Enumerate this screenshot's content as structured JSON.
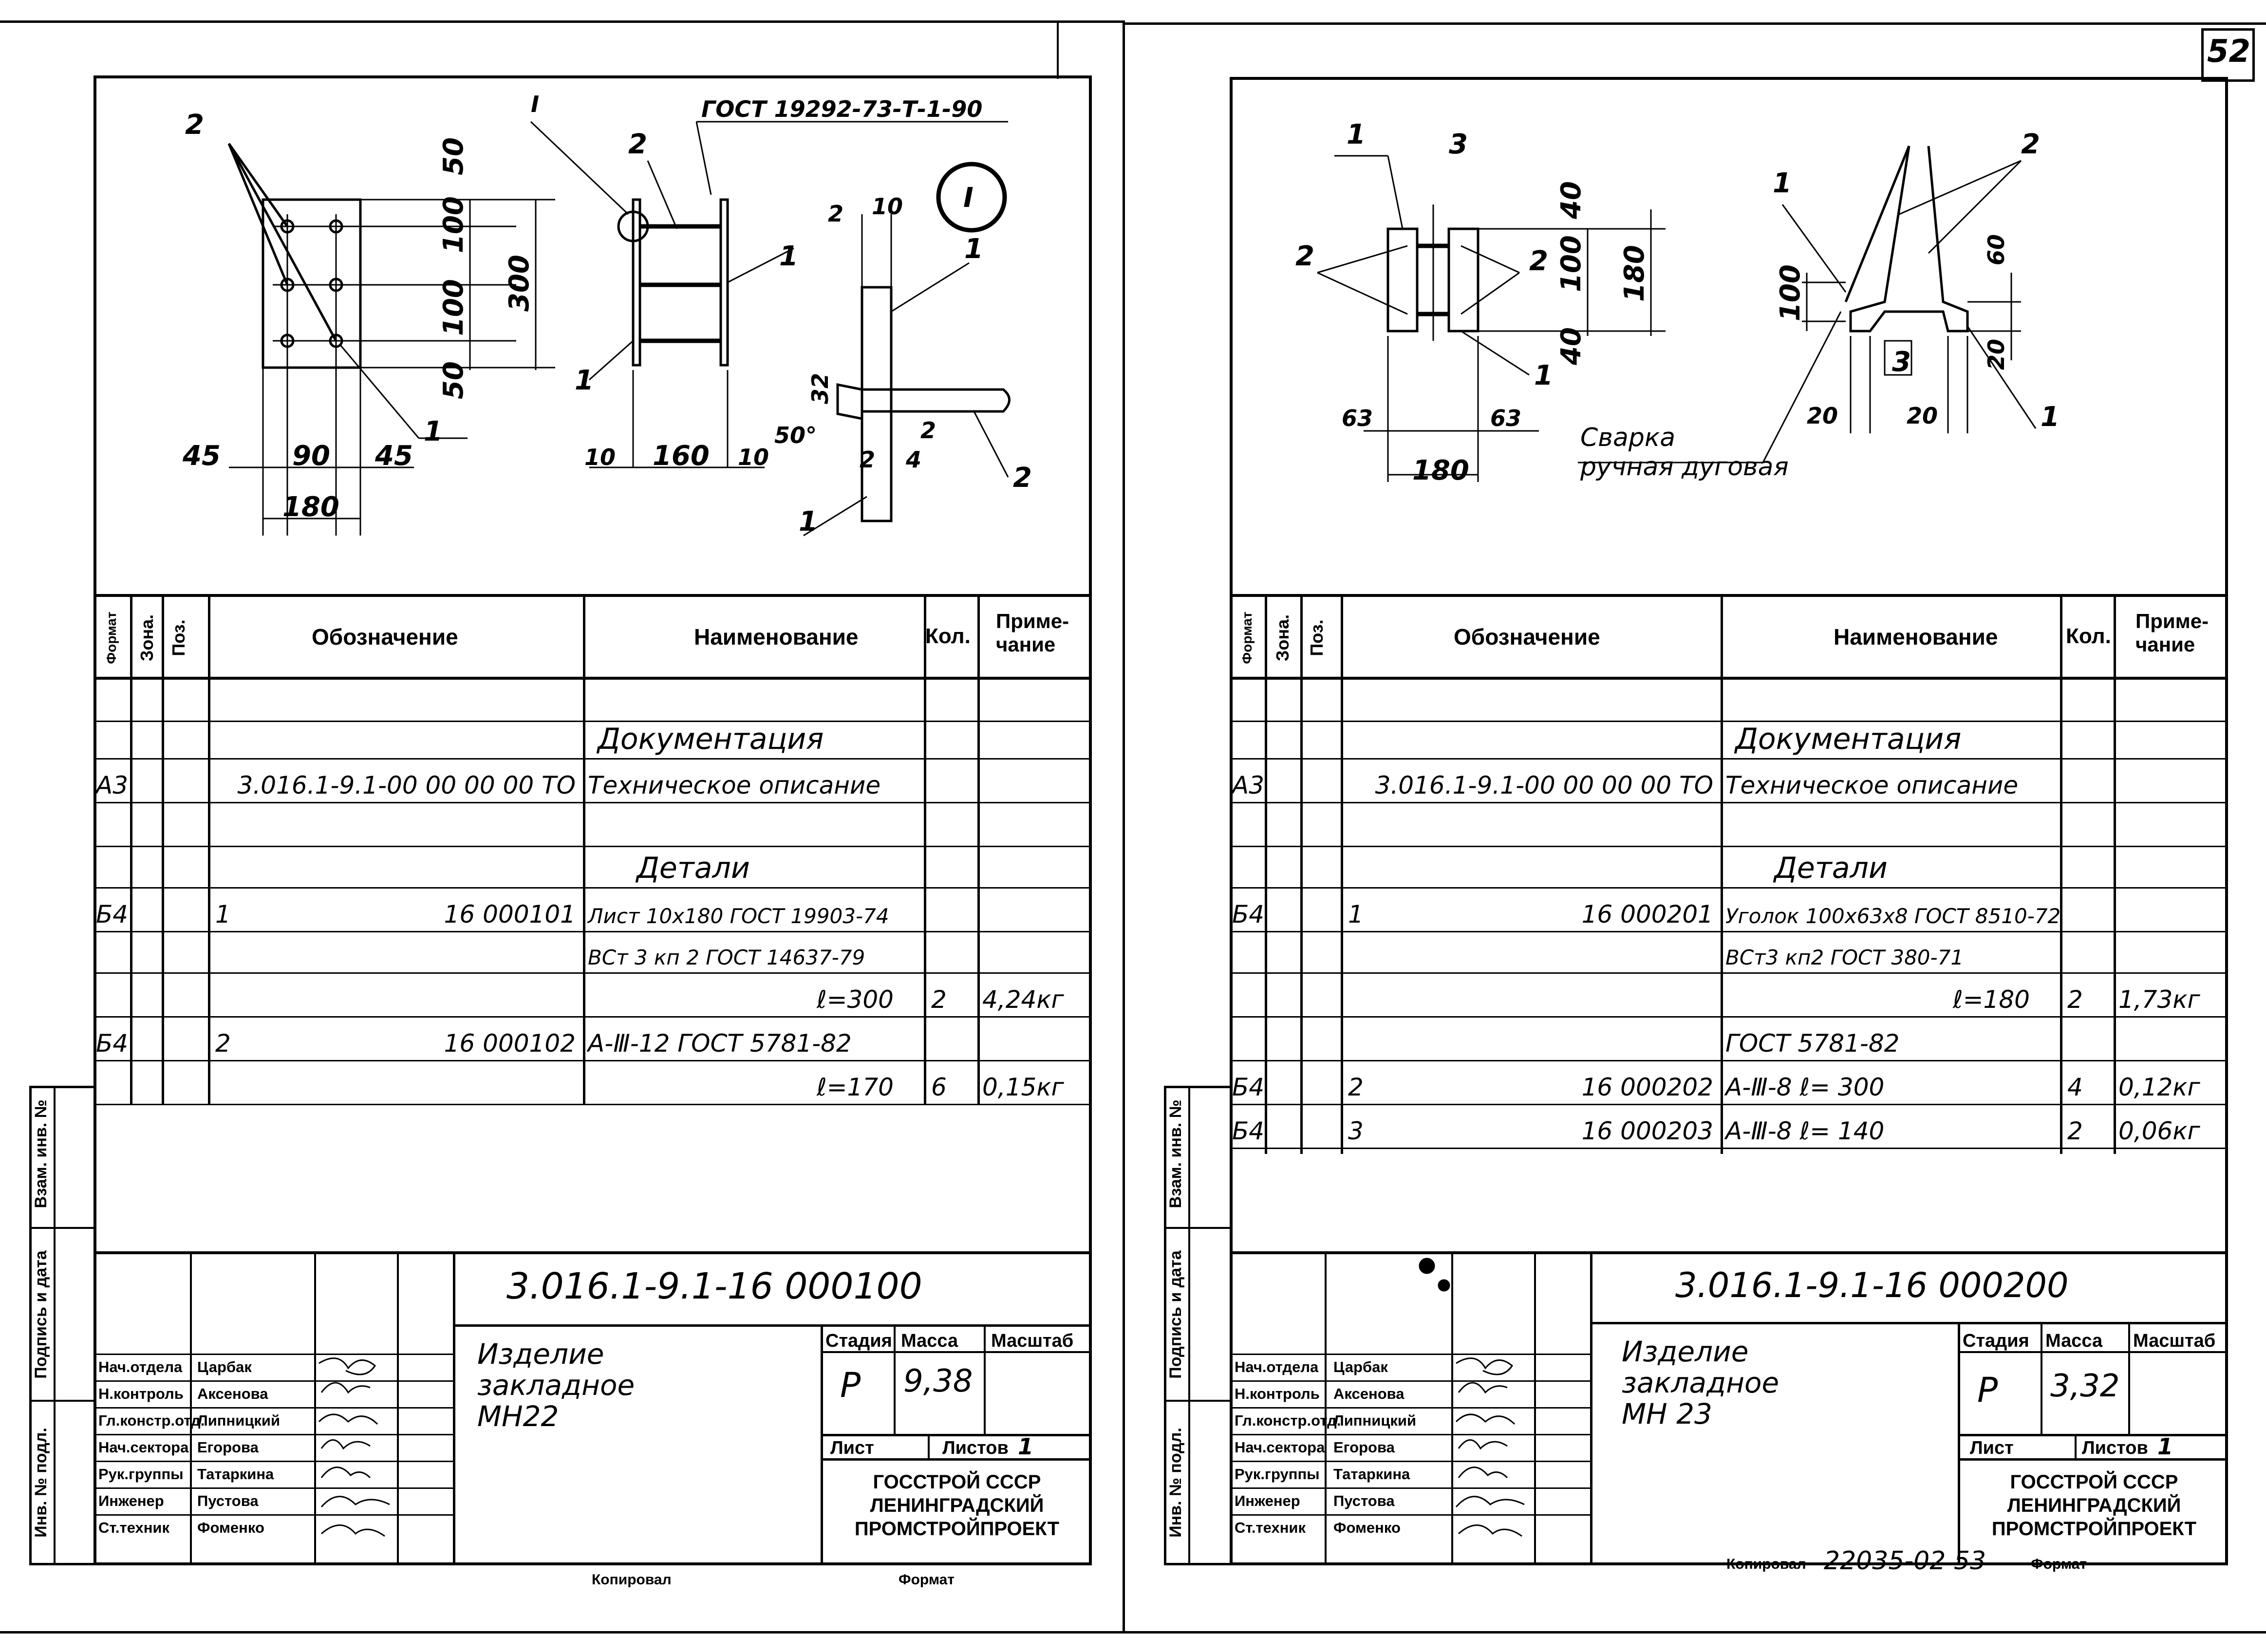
{
  "sheet_number": "52",
  "table_headers": {
    "format": "Формат",
    "zone": "Зона.",
    "pos": "Поз.",
    "designation": "Обозначение",
    "name": "Наименование",
    "qty": "Кол.",
    "note": "Приме-\nчание"
  },
  "side_stamp": {
    "vzam": "Взам. инв. №",
    "podpis": "Подпись и дата",
    "inv": "Инв. № подл."
  },
  "left": {
    "drawing": {
      "gost_label": "ГОСТ 19292-73-Т-1-90",
      "detail_label": "I",
      "callout_roman": "I",
      "dims": [
        "50",
        "100",
        "100",
        "50",
        "300",
        "45",
        "90",
        "45",
        "180",
        "10",
        "160",
        "10",
        "2",
        "10",
        "32",
        "50°",
        "2",
        "4",
        "2"
      ],
      "pos": [
        "2",
        "2",
        "1",
        "1",
        "1",
        "2",
        "1"
      ]
    },
    "rows": [
      {
        "format": "",
        "pos": "",
        "designation": "",
        "name": "",
        "qty": "",
        "note": ""
      },
      {
        "format": "",
        "pos": "",
        "designation": "",
        "name": "Документация",
        "qty": "",
        "note": ""
      },
      {
        "format": "А3",
        "pos": "",
        "designation": "3.016.1-9.1-00 00 00 00 ТО",
        "name": "Техническое описание",
        "qty": "",
        "note": ""
      },
      {
        "format": "",
        "pos": "",
        "designation": "",
        "name": "",
        "qty": "",
        "note": ""
      },
      {
        "format": "",
        "pos": "",
        "designation": "",
        "name": "Детали",
        "qty": "",
        "note": ""
      },
      {
        "format": "Б4",
        "pos": "1",
        "designation": "16 000101",
        "name": "Лист 10х180 ГОСТ 19903-74",
        "qty": "",
        "note": ""
      },
      {
        "format": "",
        "pos": "",
        "designation": "",
        "name": "ВСт 3 кп 2 ГОСТ 14637-79",
        "qty": "",
        "note": ""
      },
      {
        "format": "",
        "pos": "",
        "designation": "",
        "name": "ℓ=300",
        "qty": "2",
        "note": "4,24кг"
      },
      {
        "format": "Б4",
        "pos": "2",
        "designation": "16 000102",
        "name": "А-Ⅲ-12 ГОСТ 5781-82",
        "qty": "",
        "note": ""
      },
      {
        "format": "",
        "pos": "",
        "designation": "",
        "name": "ℓ=170",
        "qty": "6",
        "note": "0,15кг"
      }
    ],
    "title_block": {
      "doc_code": "3.016.1-9.1-16 000100",
      "title": "Изделие\nзакладное\nМН22",
      "stage_label": "Стадия",
      "mass_label": "Масса",
      "scale_label": "Масштаб",
      "stage": "Р",
      "mass": "9,38",
      "scale": "",
      "sheet_label": "Лист",
      "sheets_label": "Листов",
      "sheets": "1",
      "org": "ГОССТРОЙ СССР\nЛЕНИНГРАДСКИЙ\nПРОМСТРОЙПРОЕКТ",
      "roles": [
        {
          "role": "Нач.отдела",
          "name": "Царбак"
        },
        {
          "role": "Н.контроль",
          "name": "Аксенова"
        },
        {
          "role": "Гл.констр.отд.",
          "name": "Липницкий"
        },
        {
          "role": "Нач.сектора",
          "name": "Егорова"
        },
        {
          "role": "Рук.группы",
          "name": "Татаркина"
        },
        {
          "role": "Инженер",
          "name": "Пустова"
        },
        {
          "role": "Ст.техник",
          "name": "Фоменко"
        }
      ]
    },
    "footer": {
      "copy": "Копировал",
      "format": "Формат",
      "extra": ""
    }
  },
  "right": {
    "drawing": {
      "note": "Сварка\nручная дуговая",
      "dims": [
        "40",
        "100",
        "40",
        "180",
        "63",
        "63",
        "180",
        "60",
        "100",
        "20",
        "20",
        "20"
      ],
      "pos": [
        "1",
        "3",
        "2",
        "2",
        "1",
        "1",
        "2",
        "3",
        "1"
      ]
    },
    "rows": [
      {
        "format": "",
        "pos": "",
        "designation": "",
        "name": "",
        "qty": "",
        "note": ""
      },
      {
        "format": "",
        "pos": "",
        "designation": "",
        "name": "Документация",
        "qty": "",
        "note": ""
      },
      {
        "format": "А3",
        "pos": "",
        "designation": "3.016.1-9.1-00 00 00 00 ТО",
        "name": "Техническое описание",
        "qty": "",
        "note": ""
      },
      {
        "format": "",
        "pos": "",
        "designation": "",
        "name": "",
        "qty": "",
        "note": ""
      },
      {
        "format": "",
        "pos": "",
        "designation": "",
        "name": "Детали",
        "qty": "",
        "note": ""
      },
      {
        "format": "Б4",
        "pos": "1",
        "designation": "16 000201",
        "name": "Уголок 100х63х8 ГОСТ 8510-72",
        "qty": "",
        "note": ""
      },
      {
        "format": "",
        "pos": "",
        "designation": "",
        "name": "ВСт3 кп2 ГОСТ 380-71",
        "qty": "",
        "note": ""
      },
      {
        "format": "",
        "pos": "",
        "designation": "",
        "name": "ℓ=180",
        "qty": "2",
        "note": "1,73кг"
      },
      {
        "format": "",
        "pos": "",
        "designation": "",
        "name": "ГОСТ 5781-82",
        "qty": "",
        "note": ""
      },
      {
        "format": "Б4",
        "pos": "2",
        "designation": "16 000202",
        "name": "А-Ⅲ-8        ℓ= 300",
        "qty": "4",
        "note": "0,12кг"
      },
      {
        "format": "Б4",
        "pos": "3",
        "designation": "16 000203",
        "name": "А-Ⅲ-8        ℓ= 140",
        "qty": "2",
        "note": "0,06кг"
      }
    ],
    "title_block": {
      "doc_code": "3.016.1-9.1-16 000200",
      "title": "Изделие\nзакладное\nМН 23",
      "stage_label": "Стадия",
      "mass_label": "Масса",
      "scale_label": "Масштаб",
      "stage": "Р",
      "mass": "3,32",
      "scale": "",
      "sheet_label": "Лист",
      "sheets_label": "Листов",
      "sheets": "1",
      "org": "ГОССТРОЙ СССР\nЛЕНИНГРАДСКИЙ\nПРОМСТРОЙПРОЕКТ",
      "roles": [
        {
          "role": "Нач.отдела",
          "name": "Царбак"
        },
        {
          "role": "Н.контроль",
          "name": "Аксенова"
        },
        {
          "role": "Гл.констр.отд.",
          "name": "Липницкий"
        },
        {
          "role": "Нач.сектора",
          "name": "Егорова"
        },
        {
          "role": "Рук.группы",
          "name": "Татаркина"
        },
        {
          "role": "Инженер",
          "name": "Пустова"
        },
        {
          "role": "Ст.техник",
          "name": "Фоменко"
        }
      ]
    },
    "footer": {
      "copy": "Копировал",
      "format": "Формат",
      "extra": "22035-02  53"
    }
  }
}
